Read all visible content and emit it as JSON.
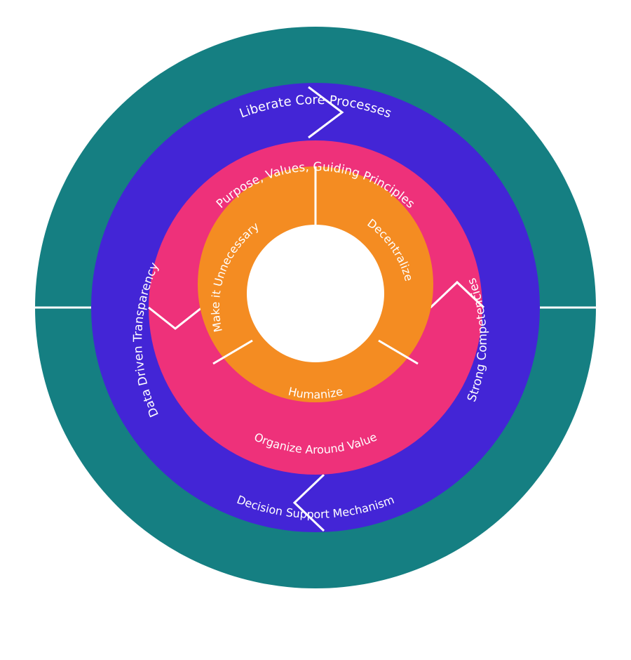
{
  "colors": {
    "outer_ring": "#157F82",
    "second_ring": "#4325D6",
    "third_ring": "#EE317A",
    "inner_ring": "#F48C22",
    "center": "#FFFFFF",
    "divider": "#FFFFFF"
  },
  "rings": {
    "outer": {
      "top": "Liberate Core Processes",
      "bottom": "Decision Support Mechanism"
    },
    "second": {
      "left": "Data Driven Transparency",
      "right": "Strong Competencies"
    },
    "third": {
      "top": "Purpose, Values, Guiding Principles",
      "bottom": "Organize Around Value"
    },
    "inner": {
      "left": "Make it Unnecessary",
      "right": "Decentralize",
      "bottom": "Humanize"
    }
  }
}
